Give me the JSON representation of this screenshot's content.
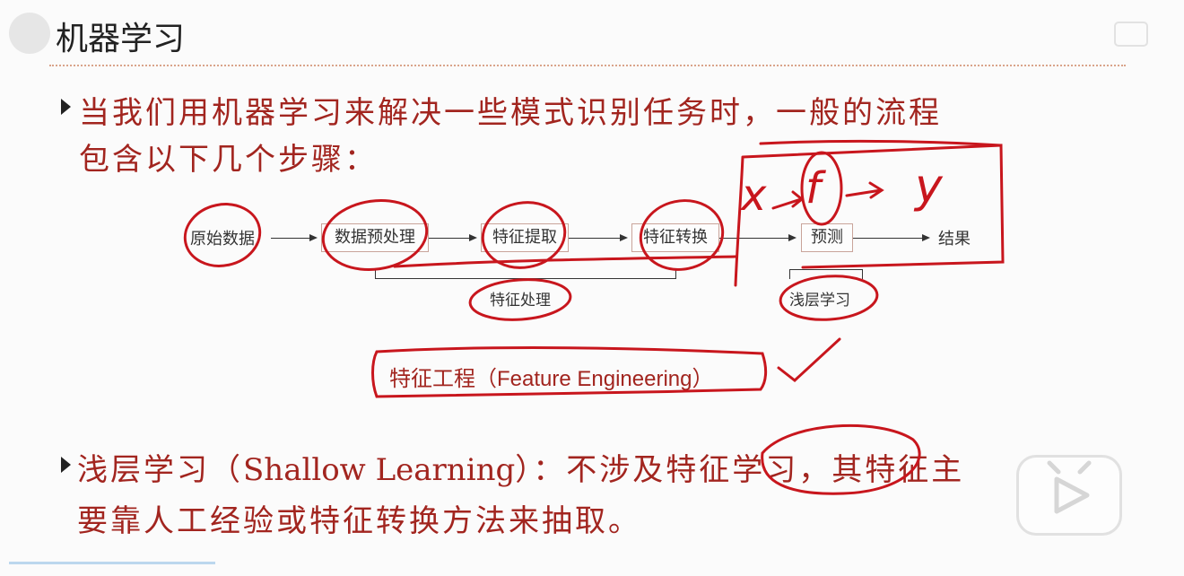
{
  "slide": {
    "title": "机器学习",
    "bullet1_line1": "当我们用机器学习来解决一些模式识别任务时，一般的流程",
    "bullet1_line2": "包含以下几个步骤：",
    "flow": {
      "step1": "原始数据",
      "step2": "数据预处理",
      "step3": "特征提取",
      "step4": "特征转换",
      "step5": "预测",
      "step6": "结果",
      "group_feature": "特征处理",
      "group_shallow": "浅层学习"
    },
    "feature_engineering": "特征工程（Feature Engineering）",
    "bullet2_a": "浅层学习（",
    "bullet2_en": "Shallow Learning",
    "bullet2_b": "）：不涉及特征学习，其特征主",
    "bullet2_line2": "要靠人工经验或特征转换方法来抽取。"
  },
  "annotation": {
    "formula_x": "x",
    "formula_f": "f",
    "formula_y": "y"
  },
  "colors": {
    "accent_red": "#a2251f",
    "ink_red": "#c8161d",
    "progress": "#bcd7ee"
  }
}
